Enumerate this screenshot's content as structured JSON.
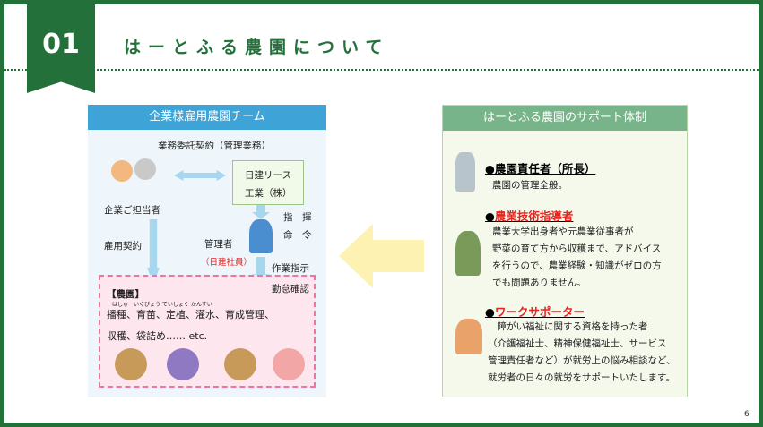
{
  "header": {
    "number": "01",
    "title": "はーとふる農園について"
  },
  "left": {
    "title": "企業様雇用農園チーム",
    "contract": "業務委託契約（管理業務）",
    "company_box": [
      "日建リース",
      "工業（株）"
    ],
    "client": "企業ご担当者",
    "employment": "雇用契約",
    "command": [
      "指　揮",
      "命　令"
    ],
    "manager": "管理者",
    "manager_note": "（日建社員）",
    "work_instructions": "作業指示",
    "attendance": "勤怠確認",
    "farm_label": "【農園】",
    "ruby": "はしゅ　いくびょう ていしょく かんすい",
    "tasks1": "播種、育苗、定植、灌水、育成管理、",
    "tasks2": "収穫、袋詰め…… etc."
  },
  "right": {
    "title": "はーとふる農園のサポート体制",
    "roles": [
      {
        "heading": "●農園責任者（所長）",
        "body": [
          "農園の管理全般。"
        ]
      },
      {
        "heading": "●農業技術指導者",
        "body": [
          "農業大学出身者や元農業従事者が",
          "野菜の育て方から収穫まで、アドバイス",
          "を行うので、農業経験・知識がゼロの方",
          "でも問題ありません。"
        ]
      },
      {
        "heading": "●ワークサポーター",
        "body": [
          "　障がい福祉に関する資格を持った者",
          "（介護福祉士、精神保健福祉士、サービス",
          "管理責任者など）が就労上の悩み相談など、",
          "就労者の日々の就労をサポートいたします。"
        ]
      }
    ]
  },
  "page": "6"
}
